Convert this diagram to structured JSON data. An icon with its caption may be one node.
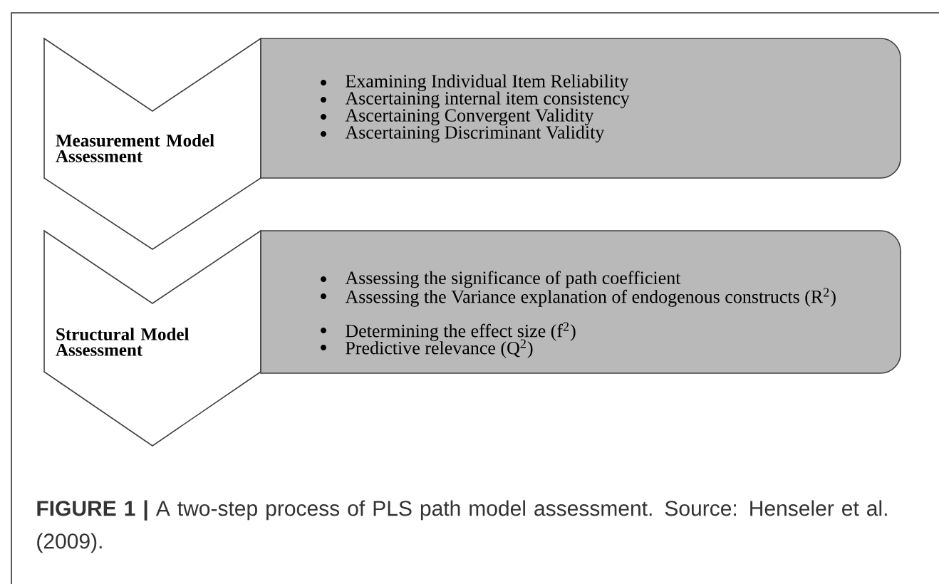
{
  "diagram": {
    "caption": "**FIGURE 1 |** A two-step process of PLS path model assessment. Source: Henseler et al. (2009).",
    "nodes": [
      {
        "text": [
          "Measurement Model Assessment"
        ]
      },
      {
        "text": [
          "Examining Individual Item Reliability",
          "Ascertaining internal item consistency",
          "Ascertaining Convergent Validity",
          "Ascertaining Discriminant Validity"
        ]
      },
      {
        "text": [
          "Structural Model Assessment"
        ]
      },
      {
        "text": [
          "Assessing the significance of path coefficient",
          "Assessing the Variance explanation of endogenous constructs (R$^{2}$)",
          "Determining the effect size (f$^{2}$)",
          "Predictive relevance (Q$^{2}$)"
        ]
      }
    ]
  }
}
